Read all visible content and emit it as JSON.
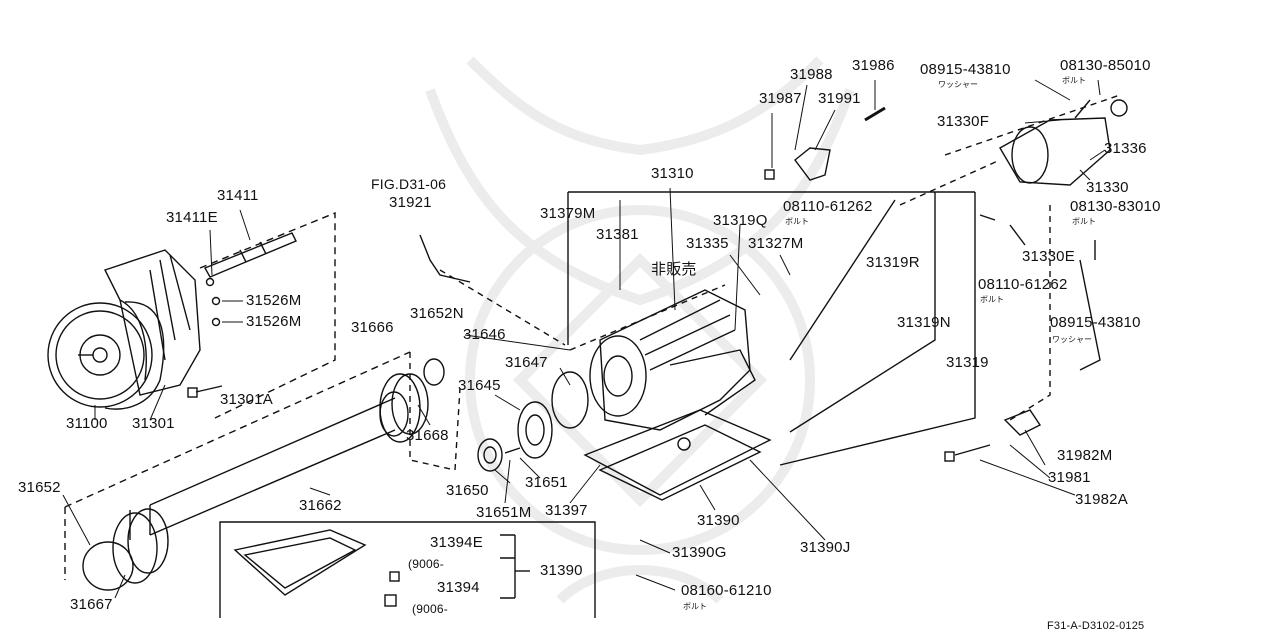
{
  "colors": {
    "ink": "#111111",
    "background": "#ffffff",
    "watermark": "#ececec"
  },
  "labels": {
    "p31986": "31986",
    "p31988": "31988",
    "p31987": "31987",
    "p31991": "31991",
    "p08915_43810_top": "08915-43810",
    "p08130_85010": "08130-85010",
    "p31330f": "31330F",
    "p31336": "31336",
    "p31330": "31330",
    "p08130_83010": "08130-83010",
    "p31330e": "31330E",
    "p08110_61262_right": "08110-61262",
    "p08915_43810_right": "08915-43810",
    "p31310": "31310",
    "p31379m": "31379M",
    "p31381": "31381",
    "p31319q": "31319Q",
    "p08110_61262_center": "08110-61262",
    "p31335": "31335",
    "p31327m": "31327M",
    "p31319r": "31319R",
    "p31319n": "31319N",
    "p31319": "31319",
    "not_for_sale": "非販売",
    "fig_ref": "FIG.D31-06",
    "p31921": "31921",
    "p31411": "31411",
    "p31411e": "31411E",
    "p31526m_1": "31526M",
    "p31526m_2": "31526M",
    "p31666": "31666",
    "p31652n": "31652N",
    "p31646": "31646",
    "p31647": "31647",
    "p31645": "31645",
    "p31301a": "31301A",
    "p31100": "31100",
    "p31301": "31301",
    "p31668": "31668",
    "p31652": "31652",
    "p31662": "31662",
    "p31650": "31650",
    "p31651": "31651",
    "p31651m": "31651M",
    "p31397": "31397",
    "p31390": "31390",
    "p31390j": "31390J",
    "p31390g": "31390G",
    "p08160_61210": "08160-61210",
    "p31394e": "31394E",
    "p31394e_range": "(9006-",
    "p31394": "31394",
    "p31394_range": "(9006-",
    "p31390_box": "31390",
    "p31667": "31667",
    "p31982m": "31982M",
    "p31981": "31981",
    "p31982a": "31982A",
    "diagram_code": "F31-A-D3102-0125"
  },
  "sublabels": {
    "washer_top": "ワッシャー",
    "bolt_top": "ボルト",
    "bolt_83010": "ボルト",
    "bolt_right": "ボルト",
    "washer_right": "ワッシャー",
    "bolt_center": "ボルト",
    "bolt_bottom": "ボルト"
  }
}
